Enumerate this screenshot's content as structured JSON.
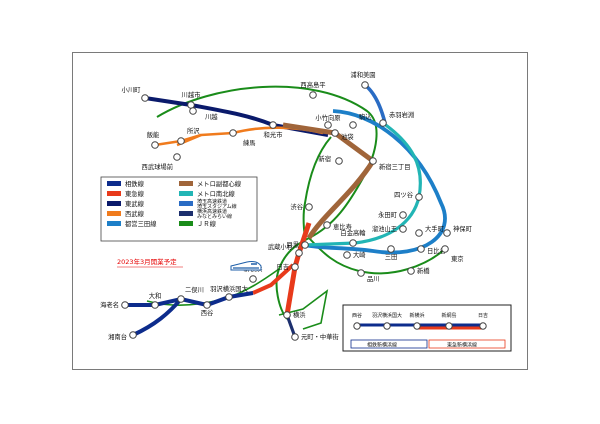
{
  "notice": "2023年3月開業予定",
  "colors": {
    "sotetsu": "#0d2c8c",
    "tokyu": "#e83a1b",
    "tobu": "#0a1a6b",
    "seibu": "#f07b1d",
    "fukutoshin": "#a0653a",
    "namboku": "#22b5b5",
    "saitama_railway": "#2a6cc4",
    "minatomirai": "#1c2f6e",
    "mita": "#1d7fc8",
    "jr": "#1a8c1a"
  },
  "legend": [
    {
      "key": "sotetsu",
      "label": "相鉄線"
    },
    {
      "key": "tokyu",
      "label": "東急線"
    },
    {
      "key": "tobu",
      "label": "東武線"
    },
    {
      "key": "seibu",
      "label": "西武線"
    },
    {
      "key": "mita",
      "label": "都営三田線"
    },
    {
      "key": "fukutoshin",
      "label": "メトロ副都心線"
    },
    {
      "key": "namboku",
      "label": "メトロ南北線"
    },
    {
      "key": "saitama_railway",
      "label": "埼玉高速鉄道 埼玉スタジアム線"
    },
    {
      "key": "minatomirai",
      "label": "横浜高速鉄道 みなとみらい線"
    },
    {
      "key": "jr",
      "label": "ＪＲ線"
    }
  ],
  "stations": {
    "kawagoeshi": "川越市",
    "kawagoe": "川越",
    "ogawamachi": "小川町",
    "wakoshi": "和光市",
    "hanno": "飯能",
    "tokorozawa": "所沢",
    "seibukyujomae": "西武球場前",
    "nerima": "練馬",
    "kotakemukaihara": "小竹向原",
    "ikebukuro": "池袋",
    "nishitakashimadaira": "西高島平",
    "komagome": "駒込",
    "akabaneiwabuchi": "赤羽岩淵",
    "urawamisono": "浦和美園",
    "shinjuku": "新宿",
    "shinjukusanchome": "新宿三丁目",
    "yotsuya": "四ツ谷",
    "shibuya": "渋谷",
    "ebisu": "恵比寿",
    "nagatacho": "永田町",
    "tameikesanno": "溜池山王",
    "shirokanetakanawa": "白金高輪",
    "otemachi": "大手町",
    "jimbocho": "神保町",
    "meguro": "目黒",
    "hibiya": "日比谷",
    "mita": "三田",
    "shimbashi": "新橋",
    "tokyo": "東京",
    "oosaki": "大崎",
    "shinagawa": "品川",
    "musashikosugi": "武蔵小杉",
    "hiyoshi": "日吉",
    "shinyokohama": "新横浜",
    "hazawayokohamakokudai": "羽沢横浜国大",
    "yokohama": "横浜",
    "motomachichukagai": "元町・中華街",
    "ebina": "海老名",
    "yamato": "大和",
    "futamatagawa": "二俣川",
    "shonandai": "湘南台",
    "nishiya": "西谷"
  },
  "inset": {
    "stations": [
      "西谷",
      "羽沢横浜国大",
      "新横浜",
      "新綱島",
      "日吉"
    ],
    "label_left": "相鉄新横浜線",
    "label_right": "東急新横浜線"
  }
}
